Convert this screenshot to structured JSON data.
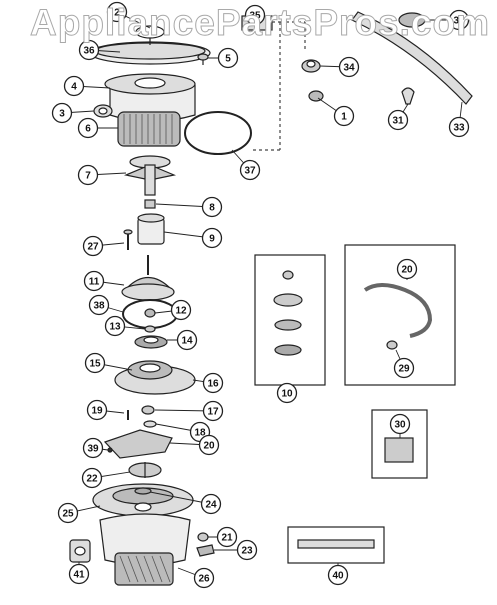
{
  "watermark": "AppliancePartsPros.com",
  "callouts": [
    "1",
    "2",
    "3",
    "4",
    "5",
    "6",
    "7",
    "8",
    "9",
    "10",
    "11",
    "12",
    "13",
    "14",
    "15",
    "16",
    "17",
    "18",
    "19",
    "20",
    "20",
    "21",
    "22",
    "23",
    "24",
    "25",
    "26",
    "27",
    "29",
    "30",
    "31",
    "32",
    "33",
    "34",
    "35",
    "36",
    "37",
    "38",
    "39",
    "40",
    "41"
  ]
}
